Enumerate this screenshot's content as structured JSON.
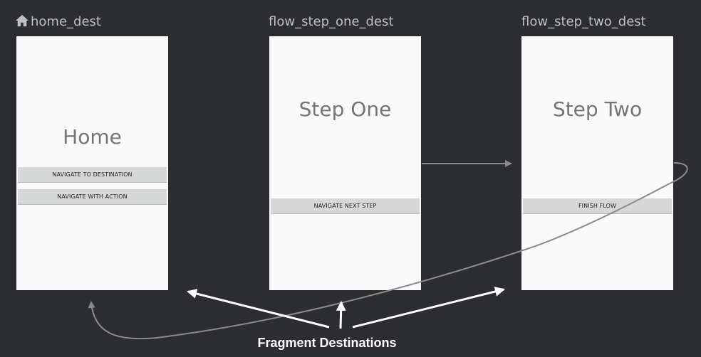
{
  "destinations": [
    {
      "id": "home_dest",
      "icon": "home-icon",
      "title": "Home",
      "buttons": [
        "NAVIGATE TO DESTINATION",
        "NAVIGATE WITH ACTION"
      ]
    },
    {
      "id": "flow_step_one_dest",
      "title": "Step One",
      "buttons": [
        "NAVIGATE NEXT STEP"
      ]
    },
    {
      "id": "flow_step_two_dest",
      "title": "Step Two",
      "buttons": [
        "FINISH FLOW"
      ]
    }
  ],
  "annotation": "Fragment Destinations",
  "colors": {
    "background": "#2c2d30",
    "screen": "#fafafa",
    "label": "#bfc0c2",
    "action_arrow": "#8a8b8d",
    "pointer_arrow": "#ffffff"
  }
}
